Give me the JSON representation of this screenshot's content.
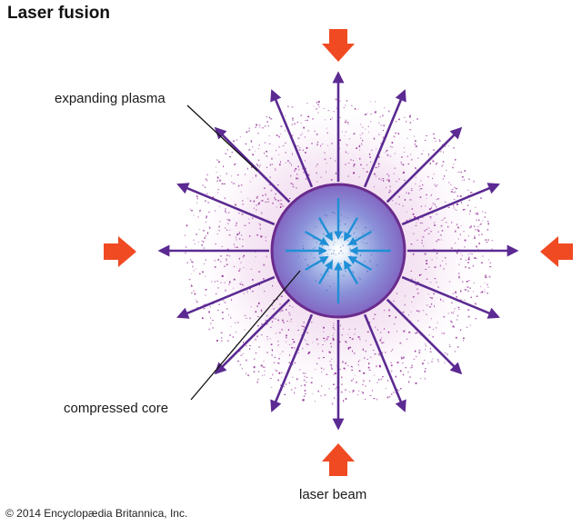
{
  "title": "Laser fusion",
  "labels": {
    "expanding_plasma": "expanding plasma",
    "compressed_core": "compressed core",
    "laser_beam": "laser beam"
  },
  "credit": "© 2014 Encyclopædia Britannica, Inc.",
  "colors": {
    "laser_arrow": "#f04a23",
    "plasma_arrow": "#5b2a92",
    "core_arrow": "#1f8fd6",
    "plasma_dots": "#8a1f8f",
    "core_rim": "#6a2b8c"
  }
}
